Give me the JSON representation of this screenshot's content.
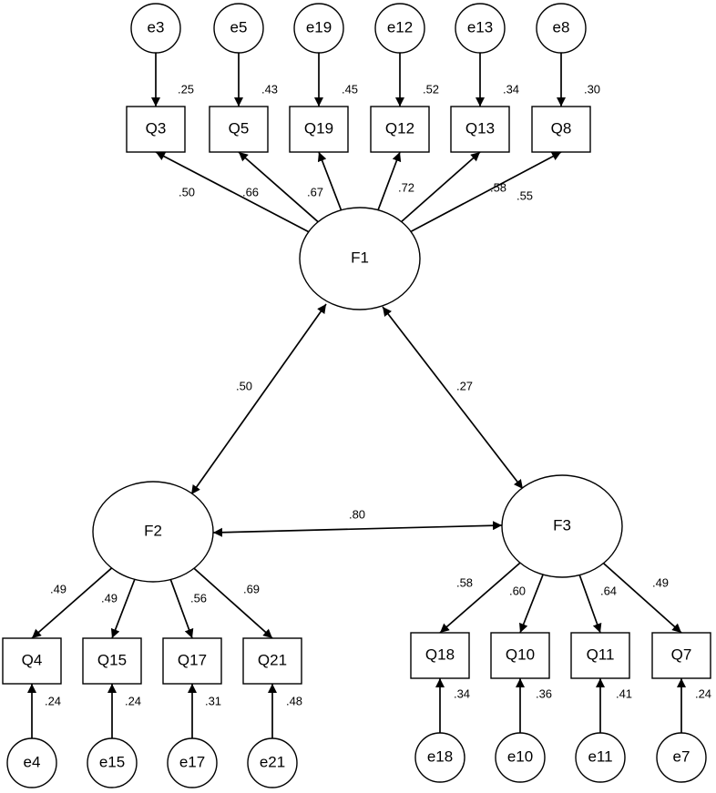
{
  "factors": {
    "F1": {
      "label": "F1"
    },
    "F2": {
      "label": "F2"
    },
    "F3": {
      "label": "F3"
    }
  },
  "items": {
    "Q3": {
      "label": "Q3",
      "error": "e3",
      "loading": ".50",
      "r2": ".25"
    },
    "Q5": {
      "label": "Q5",
      "error": "e5",
      "loading": ".66",
      "r2": ".43"
    },
    "Q19": {
      "label": "Q19",
      "error": "e19",
      "loading": ".67",
      "r2": ".45"
    },
    "Q12": {
      "label": "Q12",
      "error": "e12",
      "loading": ".72",
      "r2": ".52"
    },
    "Q13": {
      "label": "Q13",
      "error": "e13",
      "loading": ".58",
      "r2": ".34"
    },
    "Q8": {
      "label": "Q8",
      "error": "e8",
      "loading": ".55",
      "r2": ".30"
    },
    "Q4": {
      "label": "Q4",
      "error": "e4",
      "loading": ".49",
      "r2": ".24"
    },
    "Q15": {
      "label": "Q15",
      "error": "e15",
      "loading": ".49",
      "r2": ".24"
    },
    "Q17": {
      "label": "Q17",
      "error": "e17",
      "loading": ".56",
      "r2": ".31"
    },
    "Q21": {
      "label": "Q21",
      "error": "e21",
      "loading": ".69",
      "r2": ".48"
    },
    "Q18": {
      "label": "Q18",
      "error": "e18",
      "loading": ".58",
      "r2": ".34"
    },
    "Q10": {
      "label": "Q10",
      "error": "e10",
      "loading": ".60",
      "r2": ".36"
    },
    "Q11": {
      "label": "Q11",
      "error": "e11",
      "loading": ".64",
      "r2": ".41"
    },
    "Q7": {
      "label": "Q7",
      "error": "e7",
      "loading": ".49",
      "r2": ".24"
    }
  },
  "correlations": {
    "F1_F2": ".50",
    "F1_F3": ".27",
    "F2_F3": ".80"
  }
}
